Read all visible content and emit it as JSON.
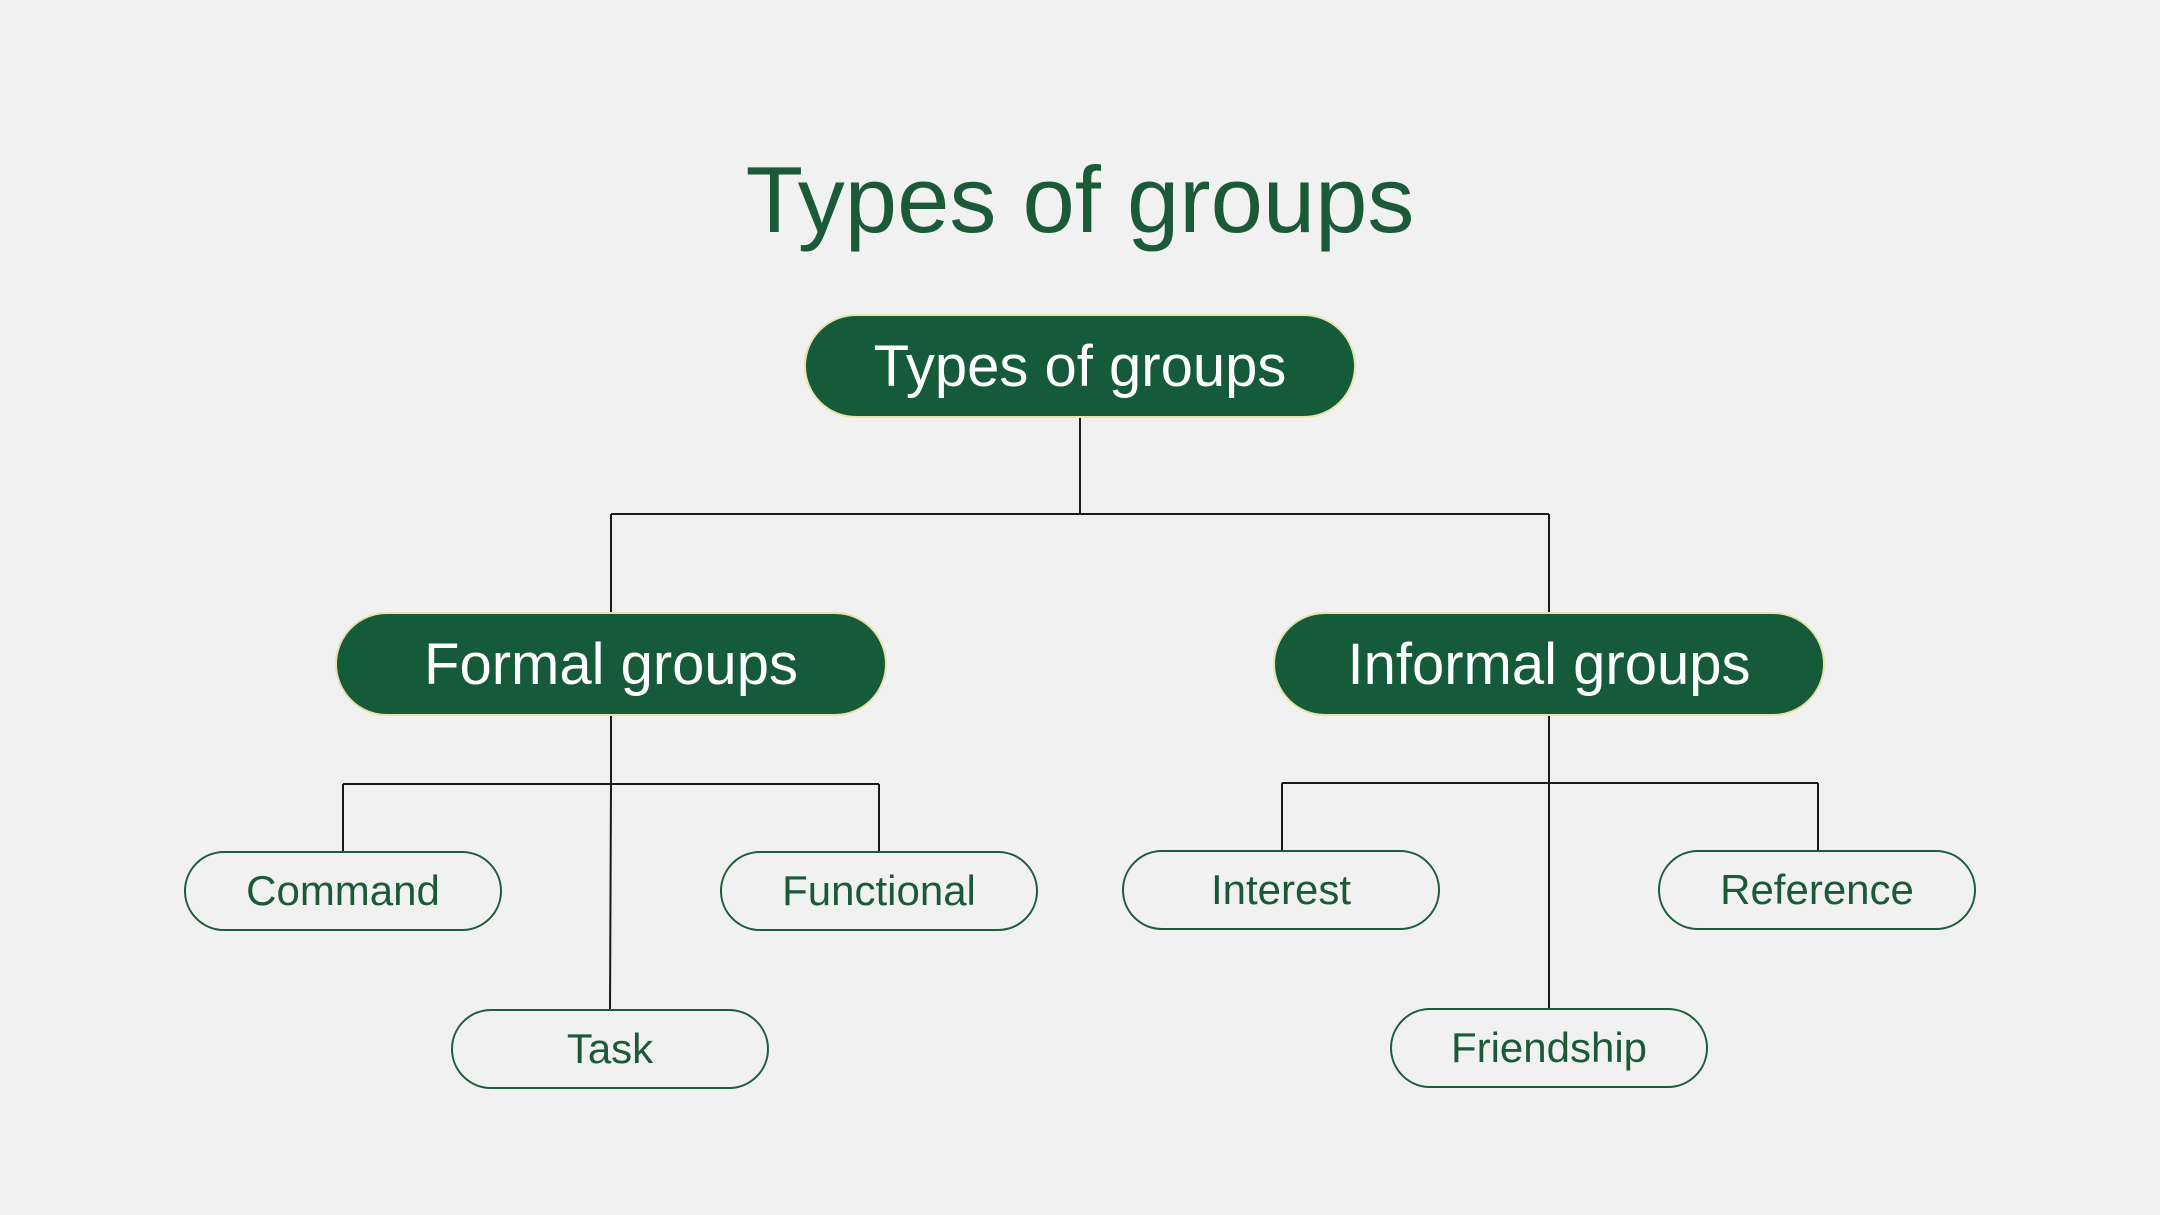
{
  "title": "Types of groups",
  "diagram": {
    "root": {
      "label": "Types of groups"
    },
    "branches": [
      {
        "label": "Formal groups",
        "children": [
          {
            "label": "Command"
          },
          {
            "label": "Functional"
          },
          {
            "label": "Task"
          }
        ]
      },
      {
        "label": "Informal groups",
        "children": [
          {
            "label": "Interest"
          },
          {
            "label": "Reference"
          },
          {
            "label": "Friendship"
          }
        ]
      }
    ]
  },
  "colors": {
    "background": "#f1f1f1",
    "primary_fill": "#165b39",
    "primary_text": "#ffffff",
    "leaf_text": "#1a5a38",
    "connector": "#1a1a1a"
  }
}
